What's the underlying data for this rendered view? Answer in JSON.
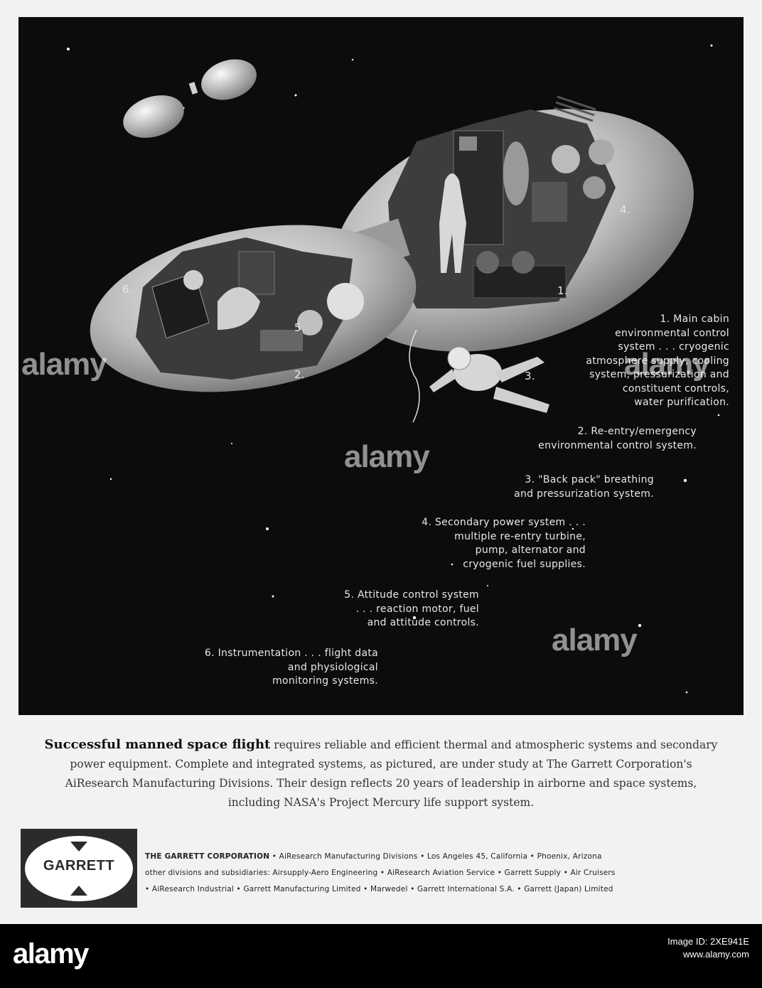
{
  "callouts": {
    "c1": "1. Main cabin\nenvironmental control\nsystem . . . cryogenic\natmosphere supply, cooling\nsystem, pressurization and\nconstituent controls,\nwater purification.",
    "c2": "2. Re-entry/emergency\nenvironmental control system.",
    "c3": "3. \"Back pack\" breathing\nand pressurization system.",
    "c4": "4. Secondary power system . . .\nmultiple re-entry turbine,\npump, alternator and\ncryogenic fuel supplies.",
    "c5": "5. Attitude control system\n. . . reaction motor, fuel\nand attitude controls.",
    "c6": "6. Instrumentation . . . flight data\nand physiological\nmonitoring systems."
  },
  "markers": {
    "m1": "1.",
    "m2": "2.",
    "m3": "3.",
    "m4": "4.",
    "m5": "5.",
    "m6": "6."
  },
  "body_copy": {
    "lead": "Successful manned space flight",
    "text": " requires reliable and efficient thermal and atmospheric systems and secondary power equipment. Complete and integrated systems, as pictured, are under study at The Garrett Corporation's AiResearch Manufacturing Divisions. Their design reflects 20 years of leadership in airborne and space systems, including NASA's Project Mercury life support system."
  },
  "logo": {
    "text": "GARRETT"
  },
  "corporation": {
    "name": "THE GARRETT CORPORATION",
    "line1": " • AiResearch Manufacturing Divisions • Los Angeles 45, California • Phoenix, Arizona",
    "line2": "other divisions and subsidiaries: Airsupply-Aero Engineering • AiResearch Aviation Service • Garrett Supply • Air Cruisers",
    "line3": "• AiResearch Industrial • Garrett Manufacturing Limited • Marwedel • Garrett International S.A. • Garrett (Japan) Limited"
  },
  "watermark": {
    "text": "alamy"
  },
  "footer": {
    "brand": "alamy",
    "image_id_label": "Image ID: 2XE941E",
    "site": "www.alamy.com"
  },
  "colors": {
    "space": "#0c0c0f",
    "capsule": "#c9c9c9",
    "logo": "#2b2b2b"
  }
}
